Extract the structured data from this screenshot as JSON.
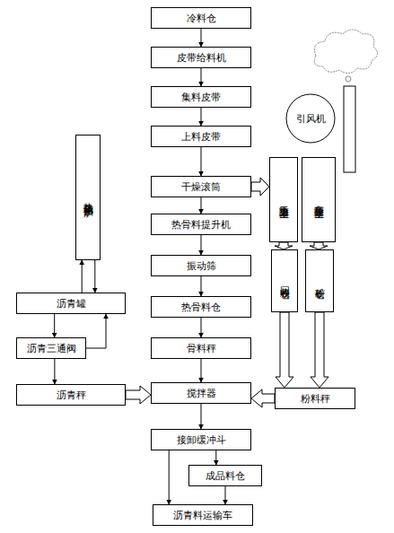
{
  "diagram": {
    "nodes": [
      {
        "text": [
          "冷料仓"
        ]
      },
      {
        "text": [
          "皮带给料机"
        ]
      },
      {
        "text": [
          "集料皮带"
        ]
      },
      {
        "text": [
          "上料皮带"
        ]
      },
      {
        "text": [
          "干燥滚筒"
        ]
      },
      {
        "text": [
          "热骨料提升机"
        ]
      },
      {
        "text": [
          "振动筛"
        ]
      },
      {
        "text": [
          "热骨料仓"
        ]
      },
      {
        "text": [
          "骨料秤"
        ]
      },
      {
        "text": [
          "搅拌器"
        ]
      },
      {
        "text": [
          "接卸缓冲斗"
        ]
      },
      {
        "text": [
          "成品料仓"
        ]
      },
      {
        "text": [
          "沥青料运输车"
        ]
      },
      {
        "text": [
          "热载体加热炉"
        ]
      },
      {
        "text": [
          "沥青罐"
        ]
      },
      {
        "text": [
          "沥青三通阀"
        ]
      },
      {
        "text": [
          "沥青秤"
        ]
      },
      {
        "text": [
          "重力除尘器"
        ]
      },
      {
        "text": [
          "布袋除尘器"
        ]
      },
      {
        "text": [
          "回收粉仓"
        ]
      },
      {
        "text": [
          "矿粉仓"
        ]
      },
      {
        "text": [
          "粉料秤"
        ]
      },
      {
        "text": [
          "引风机"
        ]
      }
    ],
    "edges": [
      {
        "from": 0,
        "to": 1,
        "arrow": "to"
      },
      {
        "from": 1,
        "to": 2,
        "arrow": "to"
      },
      {
        "from": 2,
        "to": 3,
        "arrow": "to"
      },
      {
        "from": 3,
        "to": 4,
        "arrow": "to"
      },
      {
        "from": 4,
        "to": 5,
        "arrow": "to"
      },
      {
        "from": 5,
        "to": 6,
        "arrow": "to"
      },
      {
        "from": 6,
        "to": 7,
        "arrow": "to"
      },
      {
        "from": 7,
        "to": 8,
        "arrow": "to"
      },
      {
        "from": 8,
        "to": 9,
        "arrow": "to"
      },
      {
        "from": 9,
        "to": 10,
        "arrow": "to"
      },
      {
        "from": 10,
        "to": 12,
        "arrow": "to"
      },
      {
        "from": 10,
        "to": 11,
        "arrow": "to"
      },
      {
        "from": 11,
        "to": 12,
        "arrow": "to"
      },
      {
        "from": 4,
        "to": 17,
        "arrow": "to"
      },
      {
        "from": 17,
        "to": 19,
        "arrow": "to"
      },
      {
        "from": 18,
        "to": 20,
        "arrow": "to"
      },
      {
        "from": 19,
        "to": 21,
        "arrow": "to"
      },
      {
        "from": 20,
        "to": 21,
        "arrow": "to"
      },
      {
        "from": 21,
        "to": 9,
        "arrow": "to"
      },
      {
        "from": 16,
        "to": 9,
        "arrow": "to"
      },
      {
        "from": 14,
        "to": 15,
        "arrow": "to"
      },
      {
        "from": 15,
        "to": 16,
        "arrow": "to"
      },
      {
        "from": 15,
        "to": 14,
        "arrow": "to"
      },
      {
        "from": 14,
        "to": 13,
        "arrow": "to"
      },
      {
        "from": 13,
        "to": 14,
        "arrow": "to"
      }
    ]
  }
}
